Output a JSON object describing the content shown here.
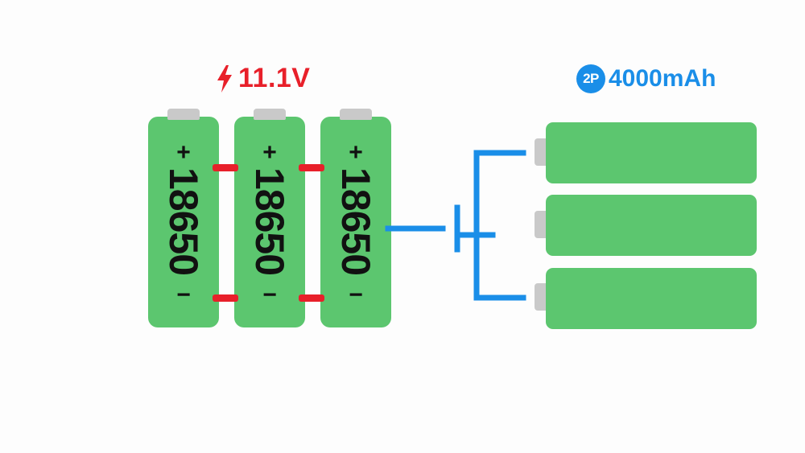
{
  "series_pack": {
    "voltage_label": "11.1V",
    "icon": "lightning-bolt-icon",
    "cells": [
      {
        "plus": "+",
        "model": "18650",
        "minus": "−"
      },
      {
        "plus": "+",
        "model": "18650",
        "minus": "−"
      },
      {
        "plus": "+",
        "model": "18650",
        "minus": "−"
      }
    ]
  },
  "parallel_pack": {
    "badge": "2P",
    "capacity_label": "4000mAh",
    "cell_count": 3
  },
  "colors": {
    "cell_green": "#5cc66f",
    "cap_gray": "#c9c9c9",
    "voltage_red": "#e8202a",
    "link_red": "#e8202a",
    "wire_blue": "#1a8ee8",
    "capacity_blue": "#1a8ee8"
  }
}
